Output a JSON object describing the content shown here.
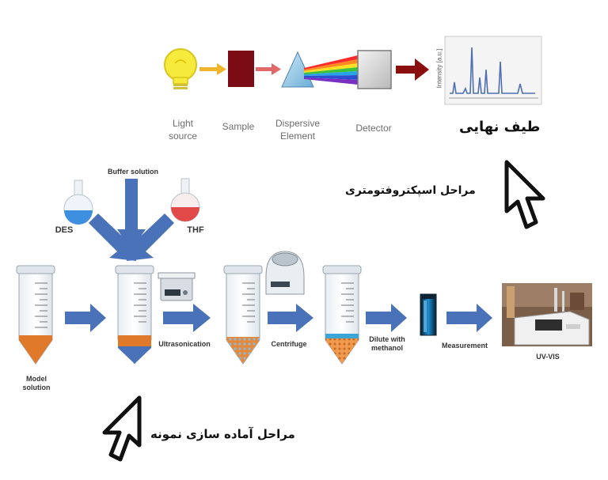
{
  "top_labels": {
    "light_source_line1": "Light",
    "light_source_line2": "source",
    "sample": "Sample",
    "dispersive_line1": "Dispersive",
    "dispersive_line2": "Element",
    "detector": "Detector",
    "intensity_axis": "Intensity [a.u.]",
    "final_spectrum": "طیف نهایی",
    "spectro_steps": "مراحل اسپکتروفتومتری"
  },
  "bottom_labels": {
    "buffer_solution": "Buffer solution",
    "des": "DES",
    "thf": "THF",
    "model_line1": "Model",
    "model_line2": "solution",
    "ultrasonication": "Ultrasonication",
    "centrifuge": "Centrifuge",
    "dilute_line1": "Dilute with",
    "dilute_line2": "methanol",
    "measurement": "Measurement",
    "uv_vis": "UV-VIS",
    "prep_steps": "مراحل آماده سازی نمونه"
  },
  "colors": {
    "arrow_blue": "#4a72b8",
    "orange": "#e07a2a",
    "dark_red": "#8b0d0d",
    "spectrum_line": "#4f6fb0"
  }
}
